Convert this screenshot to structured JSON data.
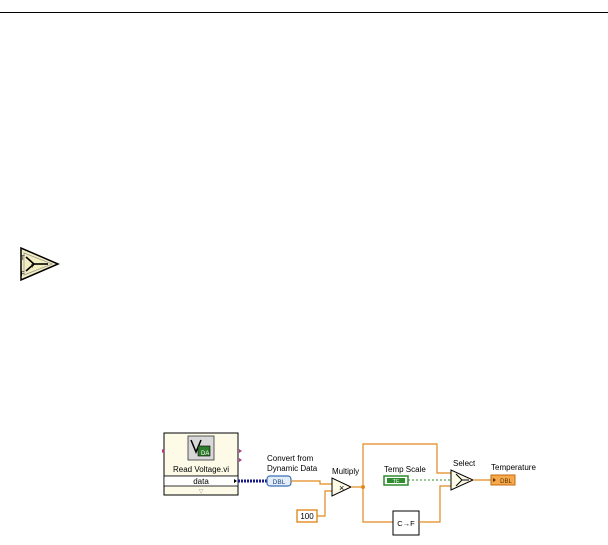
{
  "diagram": {
    "subvi": {
      "label": "Read Voltage.vi",
      "output": "data"
    },
    "convert": {
      "label_line1": "Convert from",
      "label_line2": "Dynamic Data",
      "terminal": "DBL"
    },
    "multiply": {
      "label": "Multiply",
      "symbol": "×"
    },
    "constant": {
      "value": "100"
    },
    "temp_scale": {
      "label": "Temp Scale",
      "terminal": "TF"
    },
    "c_to_f": {
      "label": "C→F"
    },
    "select": {
      "label": "Select"
    },
    "temperature": {
      "label": "Temperature",
      "terminal": "DBL"
    }
  }
}
